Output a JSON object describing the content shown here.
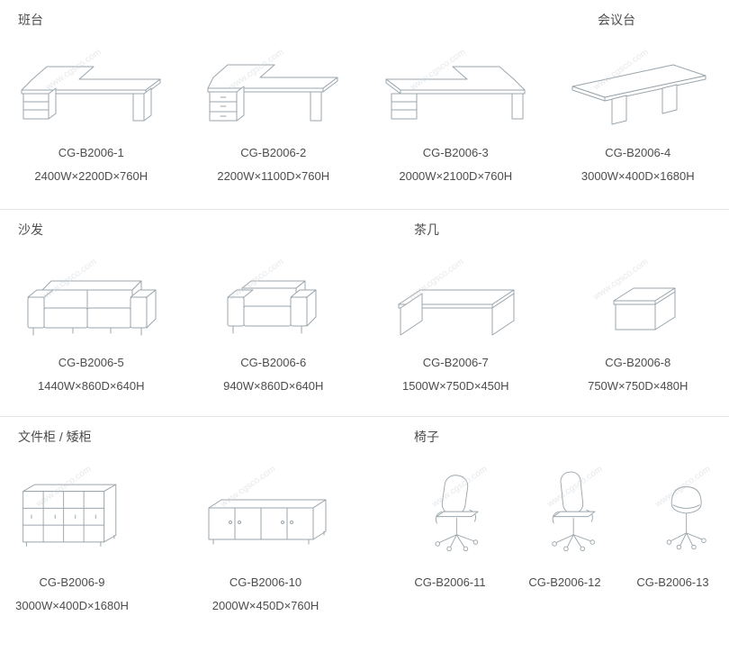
{
  "page": {
    "background": "#ffffff",
    "divider_color": "#e4e4e4",
    "text_color": "#4d4d4d",
    "line_art_color": "#9aa5ac"
  },
  "watermark": "www.cgsco.com",
  "sections": [
    {
      "labels": {
        "primary": "班台",
        "secondary": "会议台"
      },
      "items": [
        {
          "code": "CG-B2006-1",
          "dims": "2400W×2200D×760H"
        },
        {
          "code": "CG-B2006-2",
          "dims": "2200W×1100D×760H"
        },
        {
          "code": "CG-B2006-3",
          "dims": "2000W×2100D×760H"
        },
        {
          "code": "CG-B2006-4",
          "dims": "3000W×400D×1680H"
        }
      ]
    },
    {
      "labels": {
        "primary": "沙发",
        "secondary": "茶几"
      },
      "items": [
        {
          "code": "CG-B2006-5",
          "dims": "1440W×860D×640H"
        },
        {
          "code": "CG-B2006-6",
          "dims": "940W×860D×640H"
        },
        {
          "code": "CG-B2006-7",
          "dims": "1500W×750D×450H"
        },
        {
          "code": "CG-B2006-8",
          "dims": "750W×750D×480H"
        }
      ]
    },
    {
      "labels": {
        "primary": "文件柜 / 矮柜",
        "secondary": "椅子"
      },
      "items": [
        {
          "code": "CG-B2006-9",
          "dims": "3000W×400D×1680H"
        },
        {
          "code": "CG-B2006-10",
          "dims": "2000W×450D×760H"
        },
        {
          "code": "CG-B2006-11",
          "dims": ""
        },
        {
          "code": "CG-B2006-12",
          "dims": ""
        },
        {
          "code": "CG-B2006-13",
          "dims": ""
        }
      ]
    }
  ]
}
